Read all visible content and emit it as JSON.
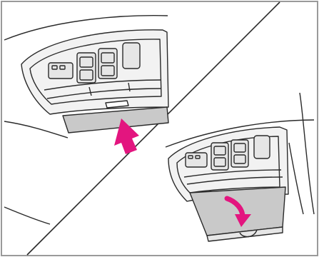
{
  "figure": {
    "kind": "manual-illustration",
    "panels": [
      {
        "id": "push-to-open",
        "arrow": "up"
      },
      {
        "id": "opened-holder",
        "arrow": "down-curved"
      }
    ]
  },
  "colors": {
    "frame": "#9a9a9a",
    "line": "#2a2a2a",
    "panel_fill": "#f2f2f2",
    "button_fill": "#e6e6e6",
    "lid_fill": "#c9c9c9",
    "arrow": "#e3157f"
  }
}
